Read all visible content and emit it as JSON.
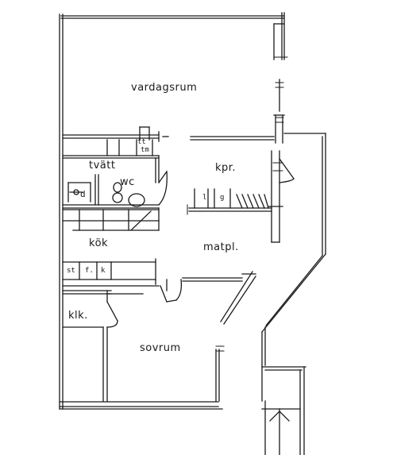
{
  "rooms": {
    "living": "vardagsrum",
    "laundry": "tvätt",
    "wc": "wc",
    "closet": "kpr.",
    "kitchen": "kök",
    "dining": "matpl.",
    "wardrobe": "klk.",
    "bedroom": "sovrum"
  },
  "fixtures": {
    "tm": "tm",
    "tt": "tt",
    "d": "d",
    "st": "st",
    "f": "f.",
    "k": "k",
    "l": "l",
    "g": "g"
  },
  "colors": {
    "line": "#1a1a1a",
    "background": "#ffffff"
  }
}
